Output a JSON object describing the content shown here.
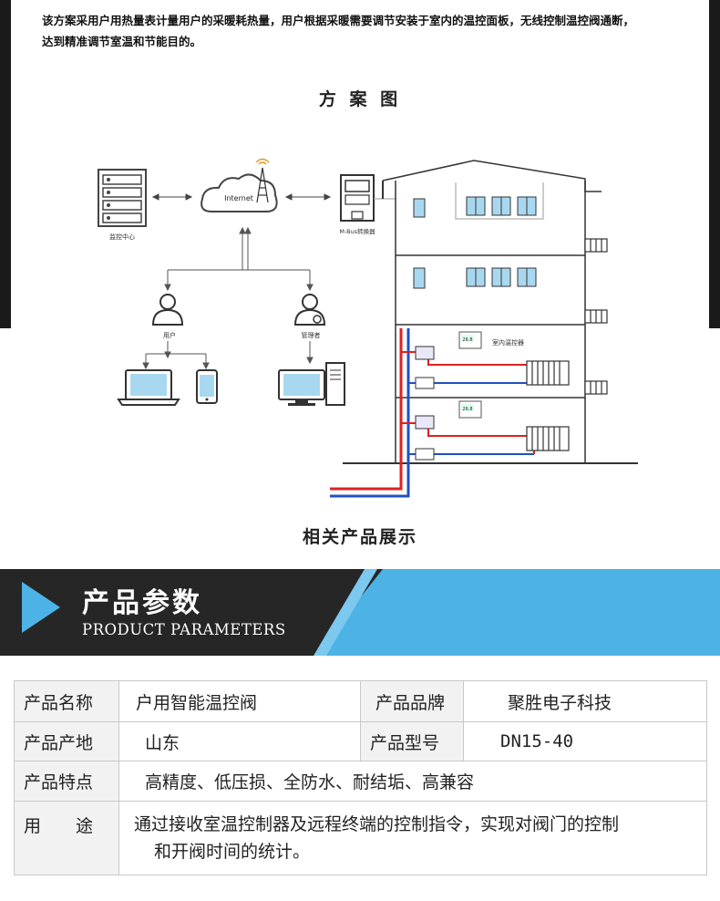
{
  "intro": {
    "line1": "该方案采用户用热量表计量用户的采暖耗热量，用户根据采暖需要调节安装于室内的温控面板，无线控制温控阀通断，",
    "line2": "达到精准调节室温和节能目的。"
  },
  "scheme_title": "方 案 图",
  "diagram": {
    "monitor_center": "监控中心",
    "internet": "Internet",
    "mbus": "M-Bus转换器",
    "user": "用户",
    "manager": "管理者",
    "indoor_controller": "室内温控器",
    "thermostat_display": "26.8"
  },
  "showcase_title": "相关产品展示",
  "banner": {
    "title_cn": "产品参数",
    "title_en": "PRODUCT PARAMETERS"
  },
  "params": {
    "name_label": "产品名称",
    "name_value": "户用智能温控阀",
    "brand_label": "产品品牌",
    "brand_value": "聚胜电子科技",
    "origin_label": "产品产地",
    "origin_value": "山东",
    "model_label": "产品型号",
    "model_value": "DN15-40",
    "feature_label": "产品特点",
    "feature_value": "高精度、低压损、全防水、耐结垢、高兼容",
    "usage_label": "用　　途",
    "usage_line1": "通过接收室温控制器及远程终端的控制指令，实现对阀门的控制",
    "usage_line2": "和开阀时间的统计。"
  },
  "colors": {
    "banner_dark": "#262626",
    "banner_blue": "#4db3e6",
    "pipe_red": "#e02020",
    "pipe_blue": "#2050c0"
  }
}
